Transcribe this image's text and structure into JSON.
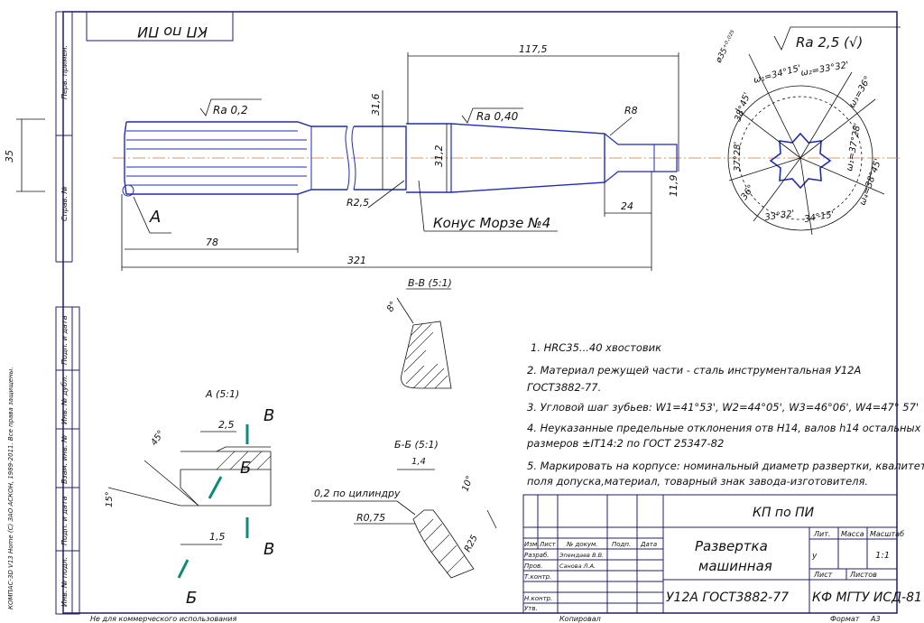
{
  "drawing": {
    "title_mirrored": "КП по ПИ",
    "vertical_software": "КОМПАС-3D V13 Home (С) ЗАО АСКОН, 1989-2011. Все права защищены.",
    "bottom_note": "Не для коммерческого использования",
    "copied_label": "Копировал",
    "format_label": "Формат",
    "format_value": "А3",
    "roughness_main": "Ra 2,5 (√)"
  },
  "side_stamp": {
    "perv_primen": "Перв. примен.",
    "sprav_no": "Справ. №",
    "podp_data_1": "Подп. и дата",
    "inv_dubl": "Инв. № дубл.",
    "vzam_inv": "Взам. инв. №",
    "podp_data_2": "Подп. и дата",
    "inv_podl": "Инв. № подл."
  },
  "dimensions": {
    "d35": "35",
    "d117": "117,5",
    "d31_6": "31,6",
    "d31_2": "31,2",
    "d321": "321",
    "d78": "78",
    "d24": "24",
    "d11_9": "11,9",
    "r8": "R8",
    "r2_5": "R2,5",
    "ra02": "Ra 0,2",
    "ra040": "Ra 0,40",
    "cone": "Конус Морзе №4",
    "label_a": "A",
    "phi35": "ø35⁺⁰·⁰²⁵",
    "w1": "ω₁=34°15'",
    "w2": "ω₂=33°32'",
    "w3": "ω₃=36°",
    "w4": "ω₄=38°45'",
    "a1": "38°45'",
    "a2": "37°28'",
    "a3": "36°",
    "a4": "33°32'",
    "a5": "34°15'",
    "a6": "ω₁=38°45'",
    "a7": "ω₁=37°28'"
  },
  "section_bb": {
    "title": "В-В (5:1)",
    "angle": "8°"
  },
  "section_a": {
    "title": "А (5:1)",
    "d45": "45°",
    "d2_5": "2,5",
    "d15deg": "15°",
    "d1_5": "1,5",
    "label_b": "В",
    "label_bb": "Б"
  },
  "section_bb2": {
    "title": "Б-Б (5:1)",
    "d1_4": "1,4",
    "d10": "10°",
    "cyl": "0,2 по цилиндру",
    "r075": "R0,75",
    "r25": "R25"
  },
  "notes": [
    "1. HRC35...40 хвостовик",
    "2. Материал режущей части - сталь инструментальная У12А",
    "ГОСТ3882-77.",
    "3. Угловой шаг зубьев: W1=41°53', W2=44°05', W3=46°06', W4=47° 57'",
    "4. Неуказанные предельные отклонения отв H14, валов h14 остальных",
    "размеров ±IT14:2 по ГОСТ 25347-82",
    "5. Маркировать на корпусе: номинальный диаметр развертки, квалитет",
    "поля допуска,материал, товарный знак завода-изготовителя."
  ],
  "title_block": {
    "doc_code": "КП по ПИ",
    "name_line1": "Развертка",
    "name_line2": "машинная",
    "material": "У12А ГОСТ3882-77",
    "org": "КФ МГТУ ИСД-81",
    "lit": "Лит.",
    "massa": "Масса",
    "masshtab": "Масштаб",
    "u": "у",
    "scale": "1:1",
    "list": "Лист",
    "listov": "Листов",
    "izm": "Изм.",
    "list_h": "Лист",
    "ndokum": "№ докум.",
    "podp": "Подп.",
    "data": "Дата",
    "razrab": "Разраб.",
    "razrab_name": "Эпемдаев В.В.",
    "prov": "Пров.",
    "prov_name": "Санова Л.А.",
    "tkontr": "Т.контр.",
    "nkontr": "Н.контр.",
    "utv": "Утв."
  }
}
